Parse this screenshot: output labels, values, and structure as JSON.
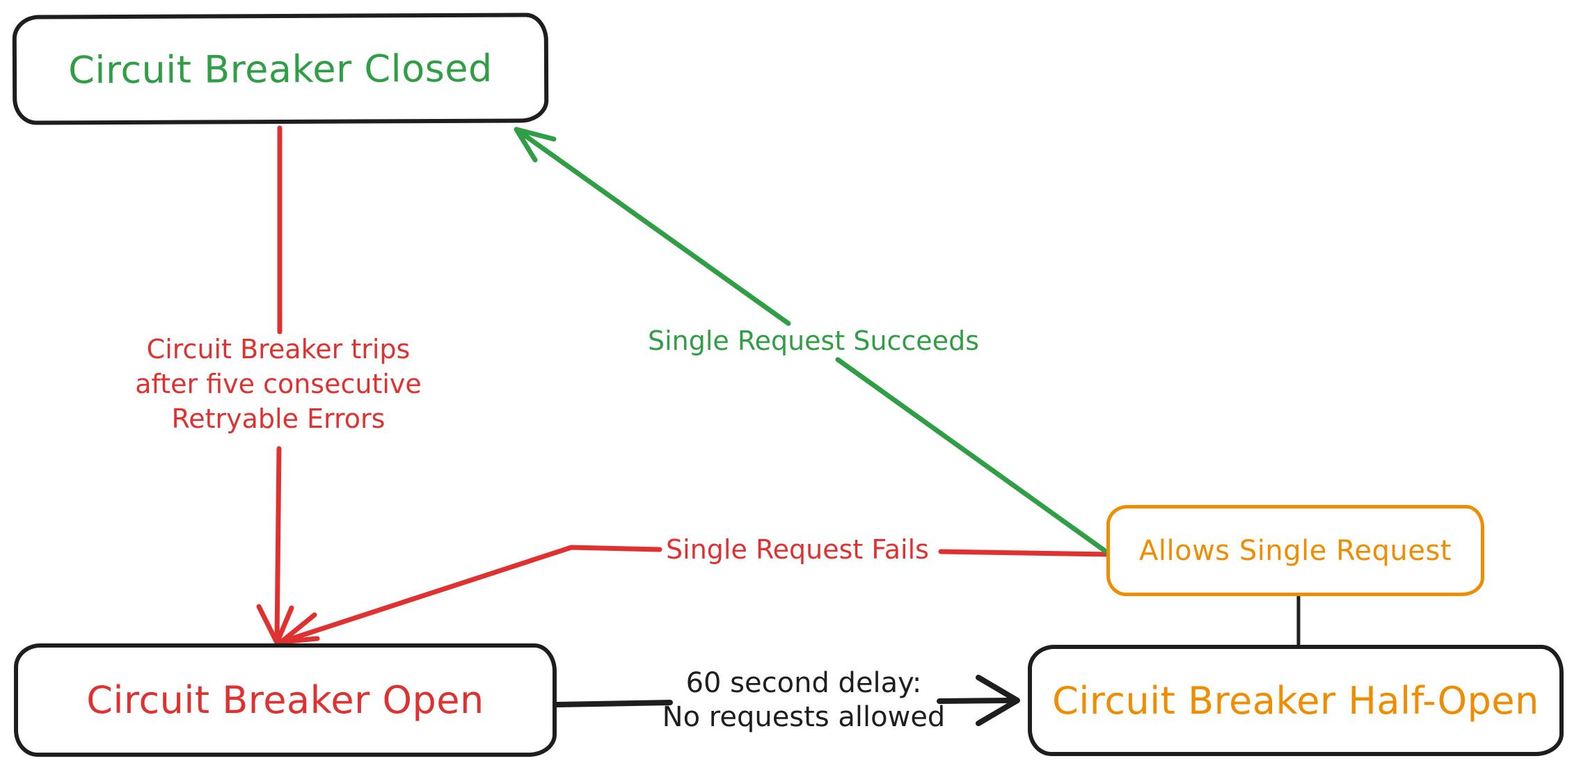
{
  "diagram": {
    "kind": "state-diagram",
    "subject": "circuit-breaker-pattern",
    "background_color": "#ffffff",
    "colors": {
      "green": "#2f9e44",
      "red": "#e03131",
      "orange": "#f08c00",
      "ink": "#1e1e1e"
    },
    "nodes": {
      "closed": {
        "label": "Circuit Breaker Closed",
        "text_color": "#2f9e44",
        "border_color": "#1e1e1e"
      },
      "open": {
        "label": "Circuit Breaker Open",
        "text_color": "#e03131",
        "border_color": "#1e1e1e"
      },
      "half_open": {
        "label": "Circuit Breaker Half-Open",
        "text_color": "#f08c00",
        "border_color": "#1e1e1e"
      },
      "allows": {
        "label": "Allows Single Request",
        "text_color": "#f08c00",
        "border_color": "#f08c00"
      }
    },
    "edges": {
      "trip": {
        "from": "closed",
        "to": "open",
        "color": "#e03131",
        "arrowhead": "open-v",
        "lines": [
          "Circuit Breaker trips",
          "after five consecutive",
          "Retryable Errors"
        ]
      },
      "succeeds": {
        "from": "allows",
        "to": "closed",
        "color": "#2f9e44",
        "arrowhead": "open-v",
        "label": "Single Request Succeeds"
      },
      "fails": {
        "from": "allows",
        "to": "open",
        "color": "#e03131",
        "arrowhead": "open-v",
        "label": "Single Request Fails"
      },
      "delay": {
        "from": "open",
        "to": "half_open",
        "color": "#1e1e1e",
        "arrowhead": "open-v",
        "lines": [
          "60 second delay:",
          "No requests allowed"
        ]
      },
      "half_open_to_allows": {
        "from": "half_open",
        "to": "allows",
        "color": "#1e1e1e",
        "arrowhead": "none",
        "label": ""
      }
    }
  }
}
